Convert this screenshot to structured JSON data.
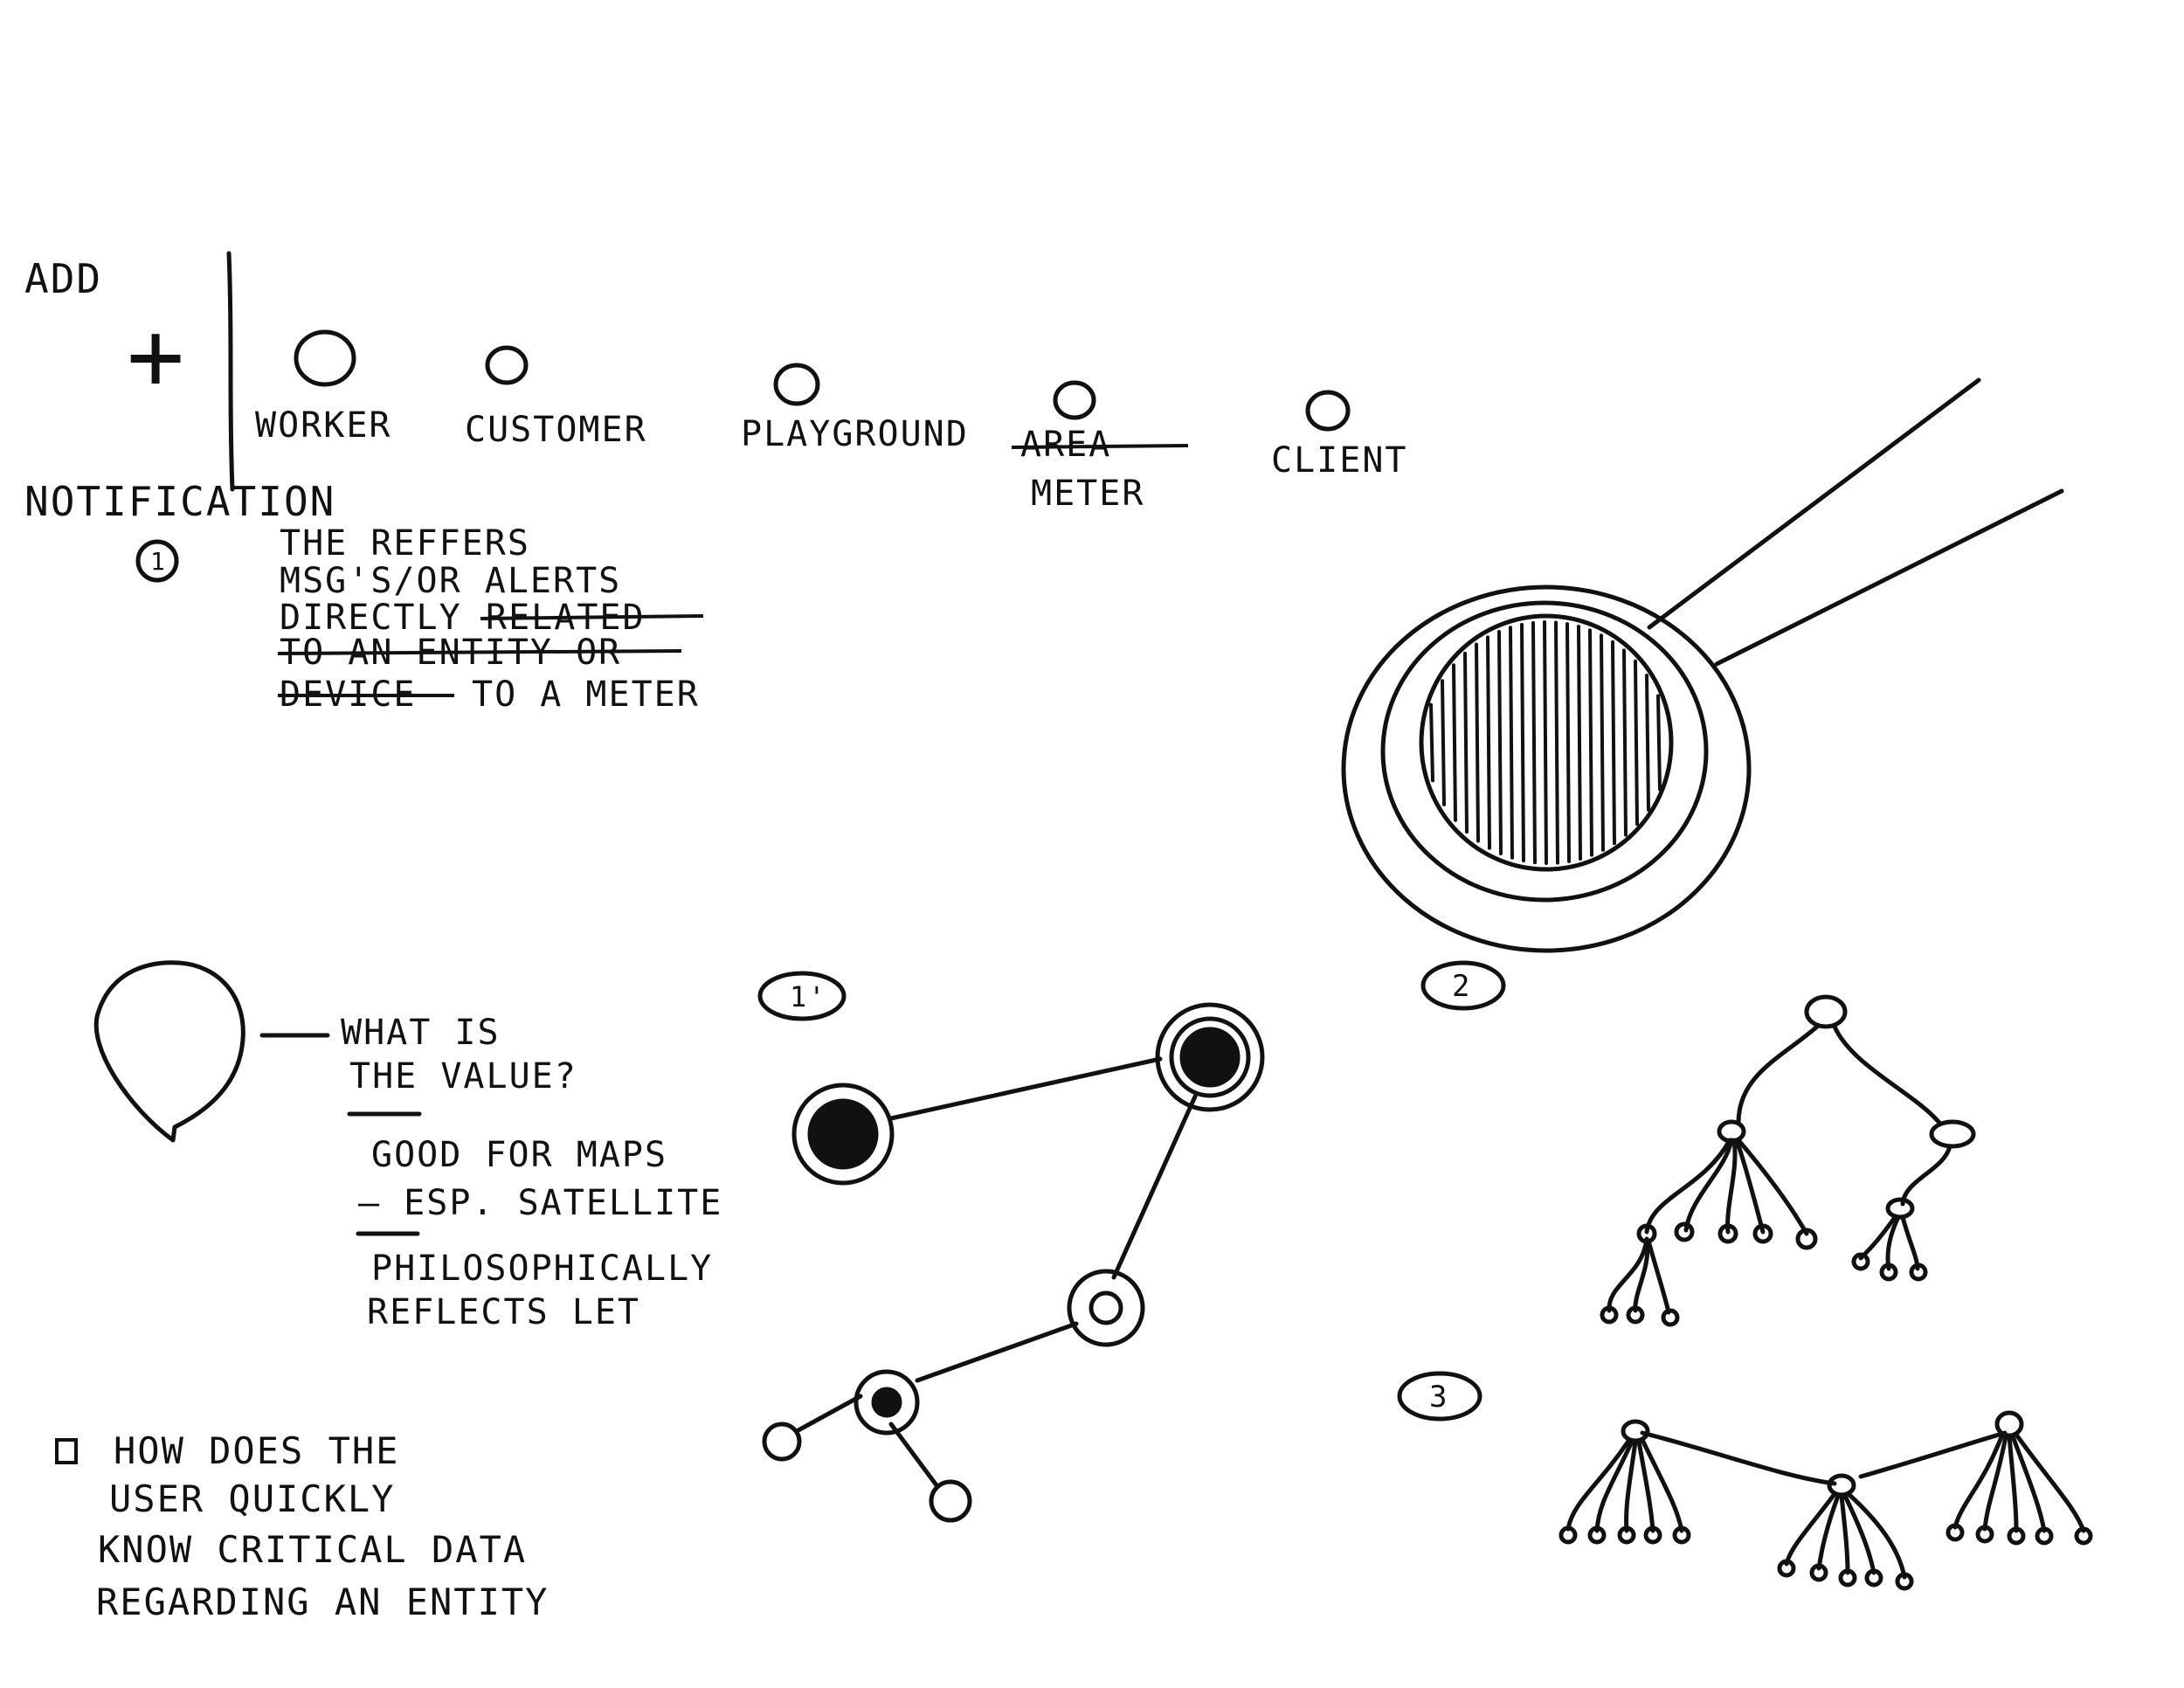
{
  "toolbar": {
    "add_label": "ADD",
    "add_symbol": "+",
    "notification_label": "NOTIFICATION",
    "items": [
      {
        "label": "WORKER"
      },
      {
        "label": "CUSTOMER"
      },
      {
        "label": "PLAYGROUND"
      },
      {
        "label": "AREA",
        "struck": true,
        "replacement": "METER"
      },
      {
        "label": "CLIENT"
      }
    ]
  },
  "note_one": {
    "marker": "1",
    "lines": [
      "THE REFFERS",
      "MSG'S/OR ALERTS",
      "DIRECTLY",
      "TO A METER"
    ],
    "struck_lines": [
      "RELATED",
      "TO AN ENTITY OR",
      "DEVICE"
    ]
  },
  "pin_notes": {
    "lines": [
      "WHAT IS",
      "THE VALUE?"
    ],
    "bullets": [
      [
        "GOOD FOR MAPS",
        "— ESP. SATELLITE"
      ],
      [
        "PHILOSOPHICALLY",
        "REFLECTS LET"
      ]
    ]
  },
  "question": {
    "lines": [
      "HOW DOES THE",
      "USER QUICKLY",
      "KNOW CRITICAL DATA",
      "REGARDING AN ENTITY"
    ]
  },
  "diagram_labels": {
    "graph": "1'",
    "zoom": "2",
    "tree": "3"
  },
  "colors": {
    "ink": "#111111",
    "paper": "#ffffff"
  }
}
